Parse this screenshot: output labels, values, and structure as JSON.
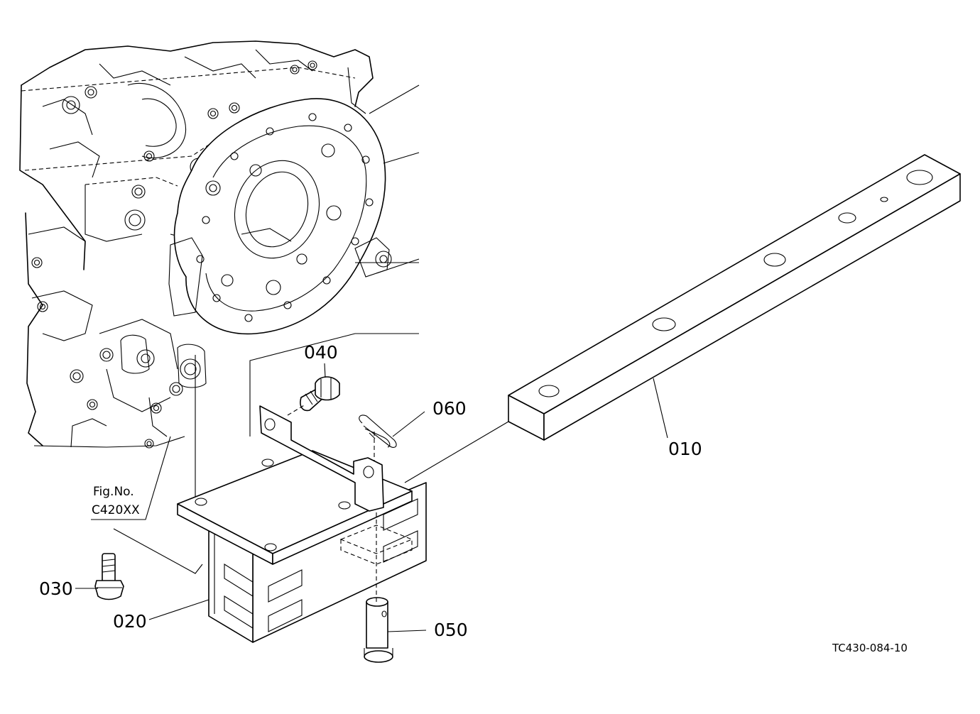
{
  "diagram": {
    "drawing_code": "TC430-084-10",
    "figure_reference": {
      "label": "Fig.No.",
      "number": "C420XX"
    },
    "parts": [
      {
        "id": "p010",
        "number": "010",
        "icon": "drawbar-icon"
      },
      {
        "id": "p020",
        "number": "020",
        "icon": "bracket-icon"
      },
      {
        "id": "p030",
        "number": "030",
        "icon": "bolt-icon"
      },
      {
        "id": "p040",
        "number": "040",
        "icon": "bolt-icon"
      },
      {
        "id": "p050",
        "number": "050",
        "icon": "pin-icon"
      },
      {
        "id": "p060",
        "number": "060",
        "icon": "clip-pin-icon"
      }
    ]
  }
}
